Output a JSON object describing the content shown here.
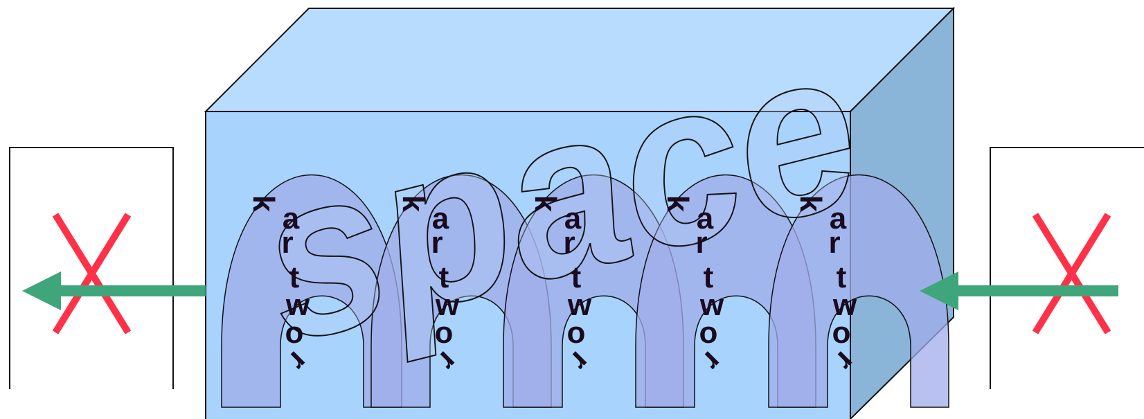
{
  "space_word": "space",
  "network_word": "network",
  "arch_count": 5,
  "colors": {
    "box_front": "#a8d3fc",
    "box_top": "#b8dcfd",
    "box_side": "#8ab4d8",
    "arch_fill": "#a0acea",
    "arrow": "#3fa57a",
    "cross": "#ff3148",
    "text": "#1a0a1e"
  }
}
